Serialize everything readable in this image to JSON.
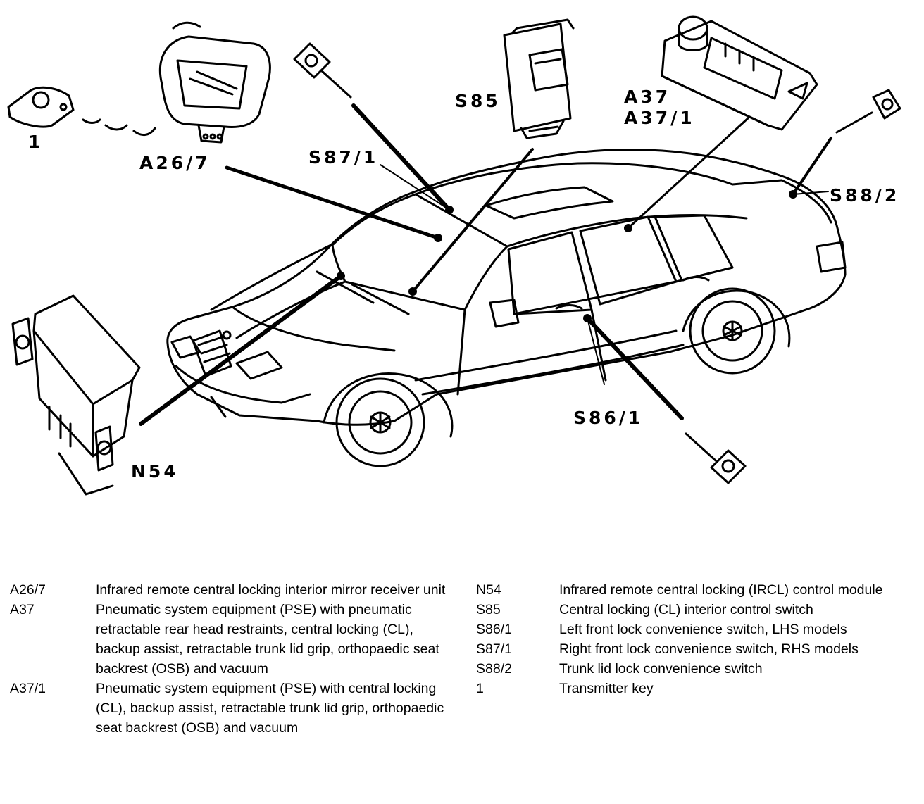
{
  "callouts": {
    "key1": "1",
    "a26_7": "A26/7",
    "s87_1": "S87/1",
    "s85": "S85",
    "a37": "A37",
    "a37_1": "A37/1",
    "s88_2": "S88/2",
    "s86_1": "S86/1",
    "n54": "N54"
  },
  "legend": {
    "left": [
      {
        "code": "A26/7",
        "desc": "Infrared remote central locking interior mirror receiver unit"
      },
      {
        "code": "A37",
        "desc": "Pneumatic system equipment (PSE) with pneumatic retractable rear head restraints, central locking (CL), backup assist, retractable trunk lid grip, orthopaedic seat backrest (OSB) and vacuum"
      },
      {
        "code": "A37/1",
        "desc": "Pneumatic system equipment (PSE) with central locking (CL), backup assist, retractable trunk lid grip, orthopaedic seat backrest (OSB) and vacuum"
      }
    ],
    "right": [
      {
        "code": "N54",
        "desc": "Infrared remote central locking (IRCL) control module"
      },
      {
        "code": "S85",
        "desc": "Central locking (CL) interior control switch"
      },
      {
        "code": "S86/1",
        "desc": "Left front lock convenience switch, LHS models"
      },
      {
        "code": "S87/1",
        "desc": "Right front lock convenience switch, RHS models"
      },
      {
        "code": "S88/2",
        "desc": "Trunk lid lock convenience switch"
      },
      {
        "code": "1",
        "desc": "Transmitter key"
      }
    ]
  }
}
